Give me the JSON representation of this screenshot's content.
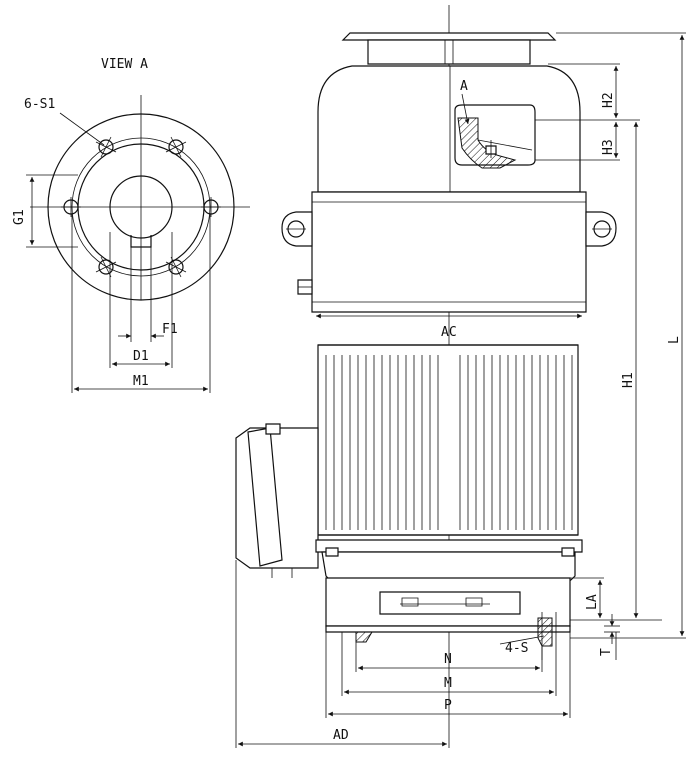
{
  "view_title": "VIEW A",
  "labels": {
    "bolt_holes_flange": "6-S1",
    "g1": "G1",
    "f1": "F1",
    "d1": "D1",
    "m1": "M1",
    "view_marker": "A",
    "h2": "H2",
    "h3": "H3",
    "ac": "AC",
    "h1": "H1",
    "l": "L",
    "la": "LA",
    "bolt_holes_base": "4-S",
    "t": "T",
    "n": "N",
    "m": "M",
    "p": "P",
    "ad": "AD"
  }
}
